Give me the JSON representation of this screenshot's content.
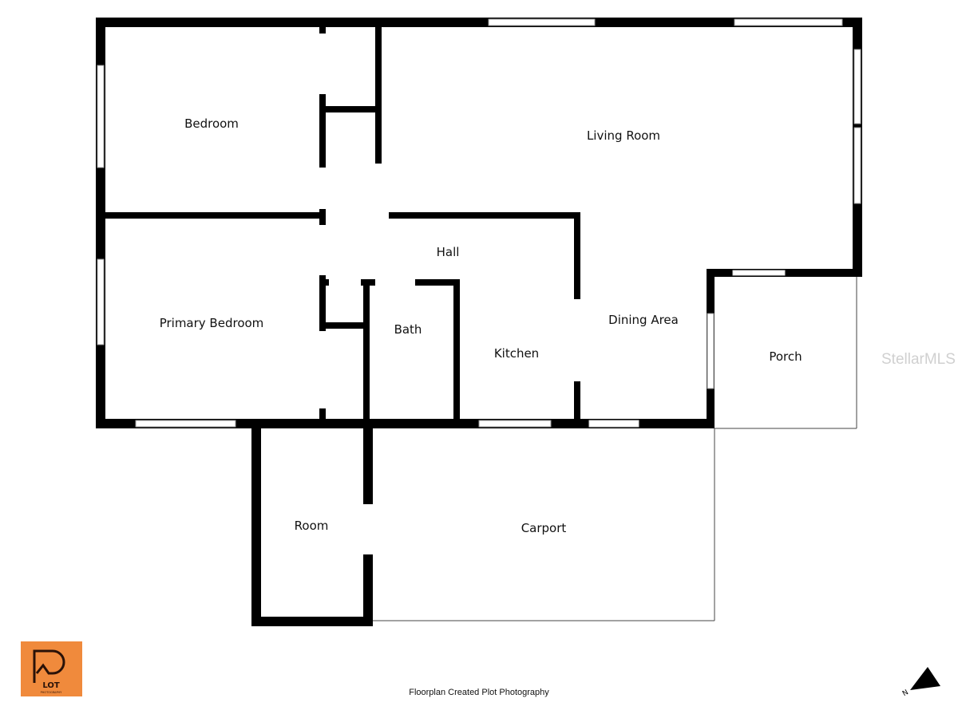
{
  "rooms": {
    "bedroom": "Bedroom",
    "primary_bedroom": "Primary Bedroom",
    "living_room": "Living Room",
    "hall": "Hall",
    "bath": "Bath",
    "kitchen": "Kitchen",
    "dining_area": "Dining Area",
    "porch": "Porch",
    "room": "Room",
    "carport": "Carport"
  },
  "caption": "Floorplan Created Plot Photography",
  "watermark": "StellarMLS",
  "logo": {
    "text": "LOT",
    "subtext": "PHOTOGRAPHY",
    "color": "#f08a3c"
  },
  "north_arrow": {
    "label": "N",
    "icon": "north-arrow-icon"
  }
}
